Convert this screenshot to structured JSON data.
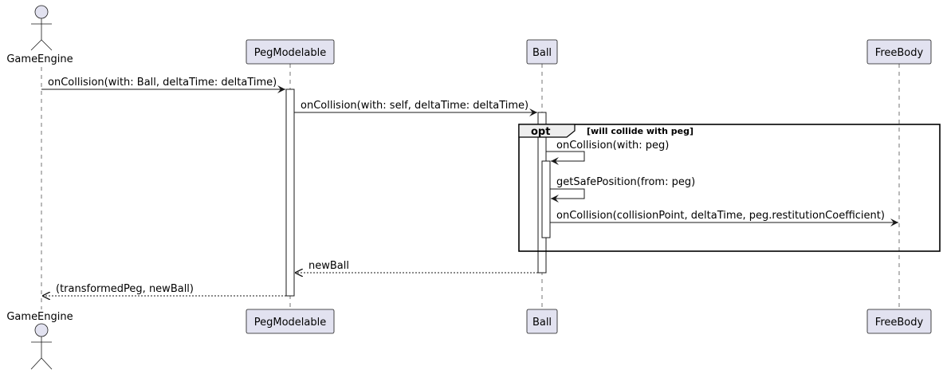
{
  "participants": {
    "game_engine": "GameEngine",
    "peg_modelable": "PegModelable",
    "ball": "Ball",
    "free_body": "FreeBody"
  },
  "messages": {
    "m1": "onCollision(with: Ball, deltaTime: deltaTime)",
    "m2": "onCollision(with: self, deltaTime: deltaTime)",
    "m3": "onCollision(with: peg)",
    "m4": "getSafePosition(from: peg)",
    "m5": "onCollision(collisionPoint, deltaTime, peg.restitutionCoefficient)",
    "m6": "newBall",
    "m7": "(transformedPeg, newBall)"
  },
  "fragment": {
    "keyword": "opt",
    "guard": "[will collide with peg]"
  },
  "colors": {
    "participant_fill": "#E2E2F0",
    "stroke": "#181818",
    "frame_tab": "#EEEEEE"
  }
}
